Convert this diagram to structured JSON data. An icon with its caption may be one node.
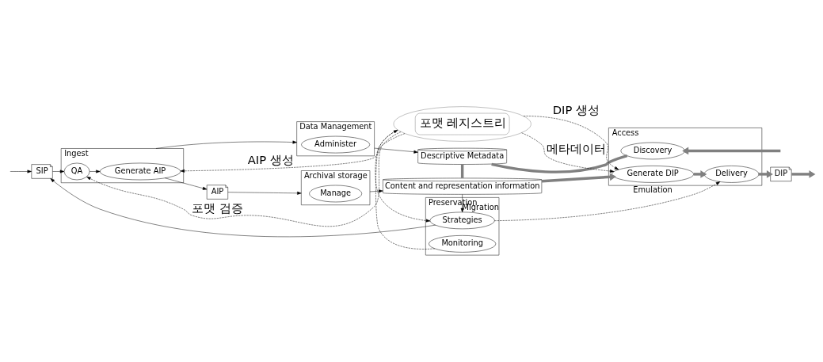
{
  "diagram": {
    "nodes": [
      {
        "text": [
          "SIP"
        ]
      },
      {
        "text": [
          "Ingest"
        ]
      },
      {
        "text": [
          "QA"
        ],
        "in": 1
      },
      {
        "text": [
          "Generate AIP"
        ],
        "in": 1
      },
      {
        "text": [
          "AIP"
        ]
      },
      {
        "text": [
          "Data Management"
        ]
      },
      {
        "text": [
          "Administer"
        ],
        "in": 5
      },
      {
        "text": [
          "Archival storage"
        ]
      },
      {
        "text": [
          "Manage"
        ],
        "in": 7
      },
      {
        "text": [
          "Descriptive Metadata"
        ]
      },
      {
        "text": [
          "Content and representation information"
        ]
      },
      {
        "text": [
          "Access"
        ]
      },
      {
        "text": [
          "Discovery"
        ],
        "in": 11
      },
      {
        "text": [
          "Delivery"
        ],
        "in": 11
      },
      {
        "text": [
          "Generate DIP"
        ],
        "in": 11
      },
      {
        "text": [
          "DIP"
        ]
      },
      {
        "text": [
          "Preservation"
        ]
      },
      {
        "text": [
          "Strategies"
        ],
        "in": 16
      },
      {
        "text": [
          "Monitoring"
        ],
        "in": 16
      },
      {
        "text": [
          "포맷 레지스트리"
        ]
      }
    ],
    "edges": [
      {
        "from": null,
        "to": 0,
        "arrow": "to"
      },
      {
        "from": 0,
        "to": 2,
        "arrow": "to"
      },
      {
        "from": 1,
        "to": 5,
        "arrow": "to"
      },
      {
        "from": 2,
        "to": 3,
        "arrow": "to"
      },
      {
        "from": 3,
        "to": 4,
        "arrow": "to"
      },
      {
        "from": 4,
        "to": 7,
        "arrow": "to"
      },
      {
        "from": 5,
        "to": 9,
        "arrow": "to"
      },
      {
        "from": 7,
        "to": 10,
        "arrow": "to"
      },
      {
        "from": 9,
        "to": 10,
        "arrow": "none",
        "style": "thick",
        "color": "#808080"
      },
      {
        "from": 12,
        "to": 9,
        "arrow": "none",
        "style": "thick",
        "color": "#808080"
      },
      {
        "from": null,
        "to": 12,
        "arrow": "to",
        "style": "thick",
        "color": "#808080"
      },
      {
        "from": 10,
        "to": 14,
        "arrow": "to",
        "style": "thick",
        "color": "#808080"
      },
      {
        "from": 14,
        "to": 13,
        "arrow": "to",
        "style": "thick",
        "color": "#808080"
      },
      {
        "from": 13,
        "to": 15,
        "arrow": "to",
        "style": "thick",
        "color": "#808080"
      },
      {
        "from": 15,
        "to": null,
        "arrow": "to",
        "style": "thick",
        "color": "#808080"
      },
      {
        "from": 10,
        "to": 17,
        "arrow": "to",
        "label": "Migration"
      },
      {
        "from": 17,
        "to": 0,
        "arrow": "to"
      },
      {
        "from": 17,
        "to": 13,
        "arrow": "to",
        "label": "Emulation",
        "style": "dashed"
      },
      {
        "from": 18,
        "to": 19,
        "arrow": "to",
        "style": "dashed"
      },
      {
        "from": 19,
        "to": 17,
        "arrow": "to",
        "style": "dashed"
      },
      {
        "from": 19,
        "to": 3,
        "arrow": "to",
        "label": "AIP 생성",
        "style": "dashed"
      },
      {
        "from": 19,
        "to": 2,
        "arrow": "to",
        "label": "포맷 검증",
        "style": "dashed"
      },
      {
        "from": 19,
        "to": 14,
        "arrow": "to",
        "label": "DIP 생성",
        "style": "dashed"
      },
      {
        "from": 19,
        "to": 14,
        "arrow": "to",
        "label": "메타데이터",
        "style": "dashed"
      }
    ]
  }
}
